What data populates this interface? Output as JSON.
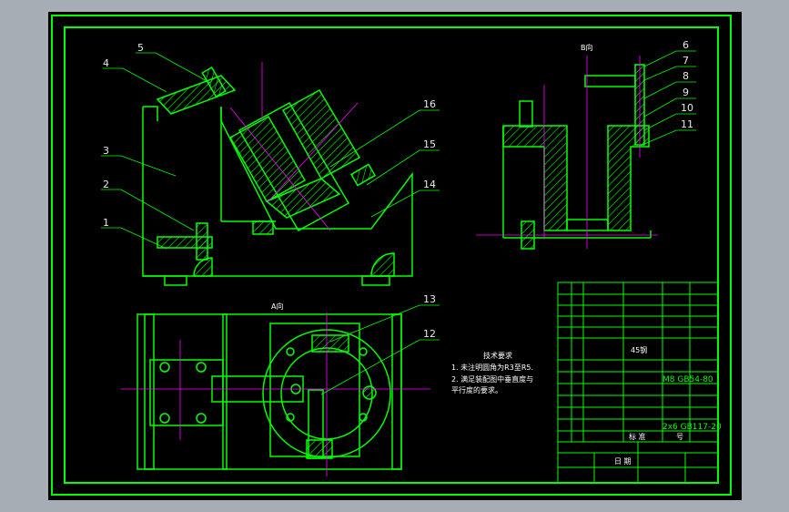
{
  "drawing": {
    "views": {
      "side_view_label": "B向",
      "plan_view_label": "A向"
    },
    "balloons": [
      "1",
      "2",
      "3",
      "4",
      "5",
      "6",
      "7",
      "8",
      "9",
      "10",
      "11",
      "12",
      "13",
      "14",
      "15",
      "16"
    ],
    "technical_requirements": {
      "title": "技术要求",
      "lines": [
        "1. 未注明圆角为R3至R5.",
        "2. 满足装配图中垂直度与",
        "平行度的要求。"
      ]
    },
    "title_block": {
      "material": "45钢",
      "std_part_1": "M8 GB54-80",
      "std_part_2": "2x6 GB117-20",
      "header_1": "标 准",
      "header_2": "号",
      "date_label": "日 期"
    },
    "colors": {
      "outline": "#00ff00",
      "centerline": "#ff00ff",
      "hatch": "#00ff00",
      "leader": "#00ff00",
      "text": "#e8e8e8"
    }
  }
}
